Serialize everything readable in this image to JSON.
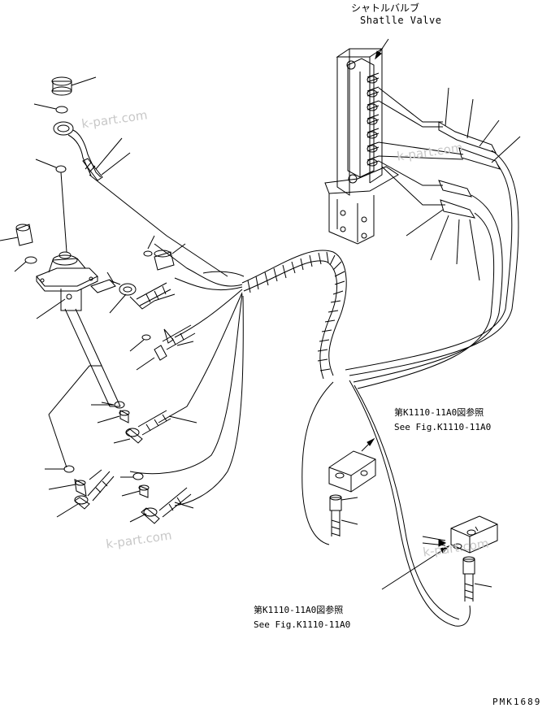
{
  "labels": {
    "shuttle_valve_jp": "シャトルバルブ",
    "shuttle_valve_en": "Shatlle Valve",
    "ref_top_jp": "第K1110-11A0図参照",
    "ref_top_en": "See Fig.K1110-11A0",
    "ref_bottom_jp": "第K1110-11A0図参照",
    "ref_bottom_en": "See Fig.K1110-11A0",
    "drawing_code": "PMK1689"
  },
  "watermarks": [
    "k-part.com",
    "k-part.com",
    "k-part.com",
    "k-part.com"
  ]
}
